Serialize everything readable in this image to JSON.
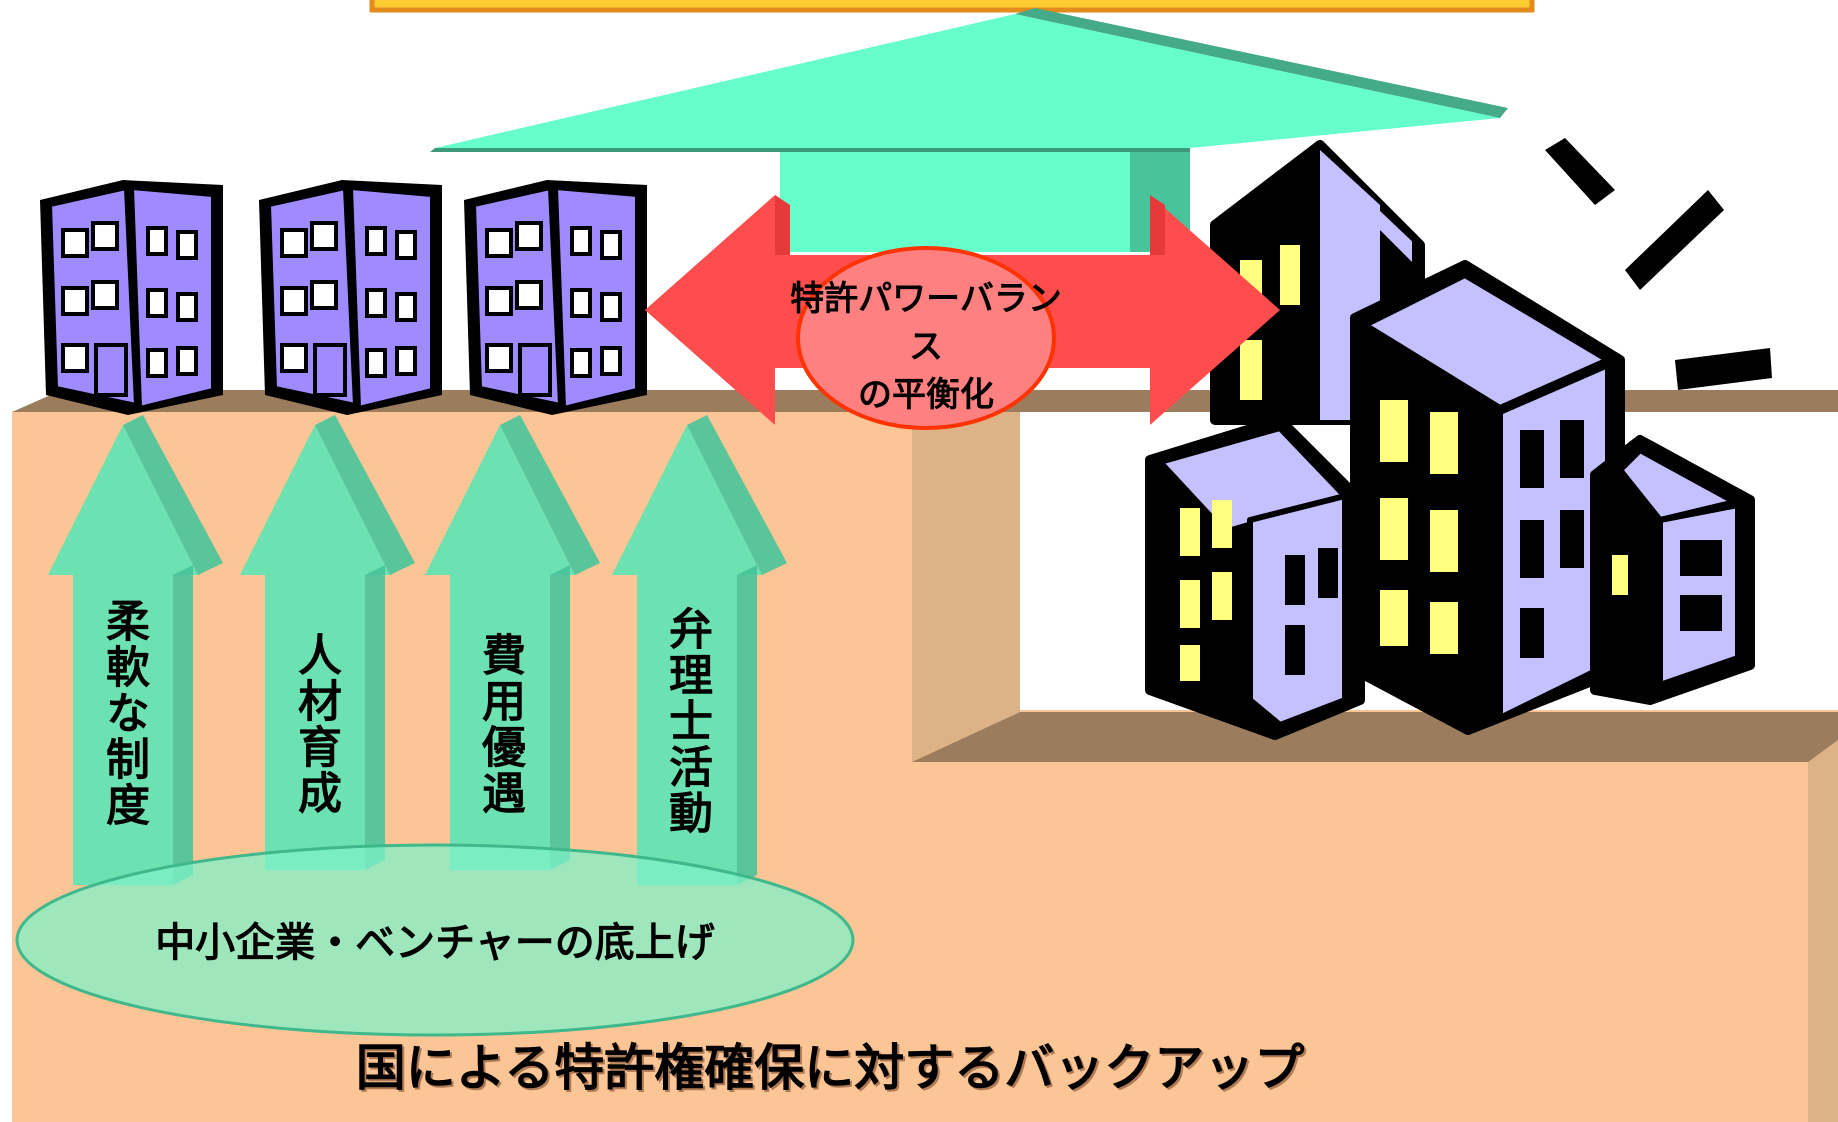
{
  "balance_label_line1": "特許パワーバランス",
  "balance_label_line2": "の平衡化",
  "measures": [
    "柔軟な制度",
    "人材育成",
    "費用優遇",
    "弁理士活動"
  ],
  "sme_label": "中小企業・ベンチャーの底上げ",
  "backup_label": "国による特許権確保に対するバックアップ",
  "colors": {
    "ground_top": "#9b7c5c",
    "ground_face": "#fbc595",
    "ground_side": "#ddb286",
    "arrow_green": "#5fe3b3",
    "arrow_green_dark": "#48c39a",
    "big_arrow": "#66ffcc",
    "big_arrow_dark": "#44aa88",
    "double_arrow": "#ff4d4d",
    "ellipse_pink": "#ff8080",
    "ellipse_border": "#ff3300",
    "building_small": "#9f8bff",
    "building_large": "#c5c0ff",
    "window_yellow": "#ffff80",
    "banner_fill": "#ffcc33",
    "banner_border": "#e38b1c",
    "sme_ellipse": "#7ff0c8"
  }
}
